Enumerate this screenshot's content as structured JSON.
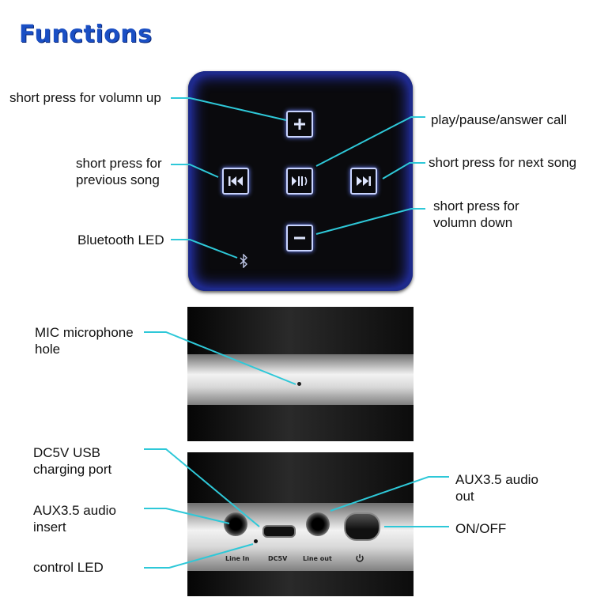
{
  "title": "Functions",
  "labels": {
    "vol_up": "short press for volumn up",
    "play": "play/pause/answer call",
    "prev": "short press for\nprevious  song",
    "next": "short press for next  song",
    "vol_down": "short press for\nvolumn down",
    "bt_led": "Bluetooth LED",
    "mic": "MIC microphone\nhole",
    "dc5v": "DC5V USB\ncharging port",
    "aux_in": "AUX3.5 audio\ninsert",
    "aux_out": "AUX3.5 audio\nout",
    "onoff": "ON/OFF",
    "control_led": "control LED"
  },
  "port_labels": {
    "line_in": "Line In",
    "dc5v": "DC5V",
    "line_out": "Line out"
  },
  "icons": {
    "plus": "plus-icon",
    "minus": "minus-icon",
    "prev": "skip-back-icon",
    "next": "skip-forward-icon",
    "play": "play-pause-icon",
    "bluetooth": "bluetooth-icon",
    "power": "power-icon"
  },
  "colors": {
    "title": "#1a4fc4",
    "leader": "#2ec8d8",
    "panel_glow": "#2b3ad0"
  }
}
